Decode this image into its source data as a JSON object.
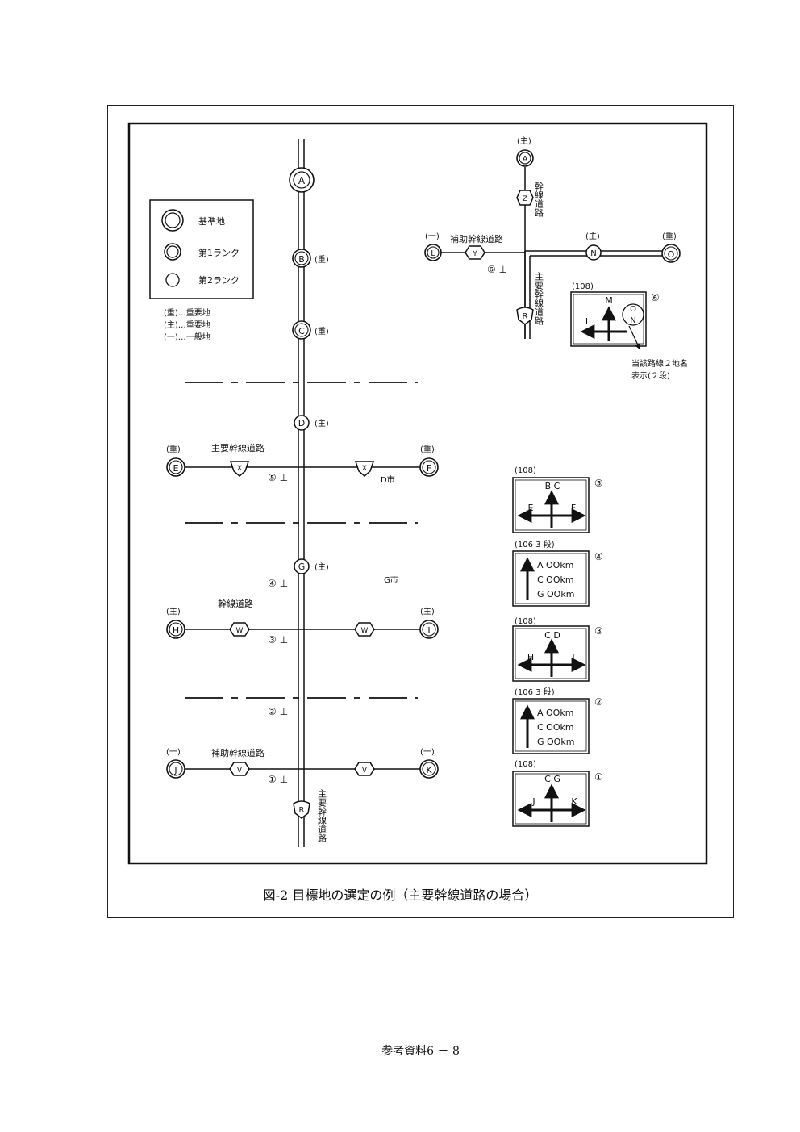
{
  "legend": {
    "items": [
      "基準地",
      "第1ランク",
      "第2ランク"
    ],
    "notes": [
      "(重)…重要地",
      "(主)…重要地",
      "(一)…一般地"
    ]
  },
  "nodes": {
    "A": "A",
    "B": "B",
    "C": "C",
    "D": "D",
    "E": "E",
    "F": "F",
    "G": "G",
    "H": "H",
    "I": "I",
    "J": "J",
    "K": "K",
    "L": "L",
    "N": "N",
    "O": "O",
    "A2": "A"
  },
  "markers": {
    "R": "R",
    "X": "X",
    "W": "W",
    "V": "V",
    "Y": "Y",
    "Z": "Z"
  },
  "tags": {
    "ju": "(重)",
    "shu": "(主)",
    "ippan": "(一)"
  },
  "roads": {
    "main_trunk": "主要幹線道路",
    "main_trunk_vertical": "主要幹線道路",
    "trunk": "幹線道路",
    "trunk_vertical": "幹線道路",
    "aux_trunk": "補助幹線道路"
  },
  "cities": {
    "D": "D市",
    "G": "G市"
  },
  "positions": {
    "p1": "① ⊥",
    "p2": "② ⊥",
    "p3": "③ ⊥",
    "p4": "④ ⊥",
    "p5": "⑤ ⊥",
    "p6": "⑥ ⊥"
  },
  "note_two_names": [
    "当該路線２地名",
    "表示(２段)"
  ],
  "signs": {
    "s6": {
      "code": "(108)",
      "num": "⑥",
      "top": "M",
      "left": "L",
      "right_top": "O",
      "right_bottom": "N"
    },
    "s5": {
      "code": "(108)",
      "num": "⑤",
      "top": "B C",
      "left": "E",
      "right": "F"
    },
    "s4": {
      "code": "(106 3 段)",
      "num": "④",
      "rows": [
        "A OOkm",
        "C OOkm",
        "G OOkm"
      ]
    },
    "s3": {
      "code": "(108)",
      "num": "③",
      "top": "C D",
      "left": "H",
      "right": "I"
    },
    "s2": {
      "code": "(106 3 段)",
      "num": "②",
      "rows": [
        "A OOkm",
        "C OOkm",
        "G OOkm"
      ]
    },
    "s1": {
      "code": "(108)",
      "num": "①",
      "top": "C G",
      "left": "J",
      "right": "K"
    }
  },
  "caption": "図-2 目標地の選定の例（主要幹線道路の場合）",
  "footer": "参考資料6 － 8"
}
